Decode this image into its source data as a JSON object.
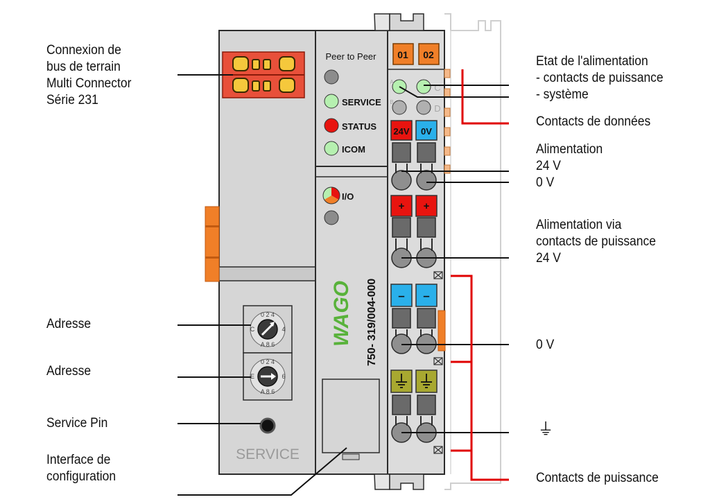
{
  "panel": {
    "peer_to_peer": "Peer to Peer",
    "led_service": "SERVICE",
    "led_status": "STATUS",
    "led_icom": "ICOM",
    "led_io": "I/O",
    "service_label": "SERVICE",
    "brand": "WAGO",
    "model": "750- 319/004-000",
    "switch_digits": "0 2 4 6 8 A C E"
  },
  "terminals": {
    "top_01": "01",
    "top_02": "02",
    "led_c": "C",
    "led_d": "D",
    "small_a": "A",
    "small_b": "B",
    "v24": "24V",
    "v0": "0V",
    "plus": "+",
    "minus": "–"
  },
  "labels": {
    "left": {
      "fieldbus": [
        "Connexion de",
        "bus de terrain",
        "Multi Connector",
        "Série 231"
      ],
      "adresse1": "Adresse",
      "adresse2": "Adresse",
      "service_pin": "Service Pin",
      "config": [
        "Interface de",
        "configuration"
      ]
    },
    "right": {
      "etat": [
        "Etat de l'alimentation",
        "- contacts de puissance",
        "- système"
      ],
      "donnees": "Contacts de données",
      "alimentation": [
        "Alimentation",
        "24 V",
        "0 V"
      ],
      "alim_via": [
        "Alimentation via",
        "contacts de puissance",
        "24 V"
      ],
      "zero_v": "0 V",
      "ground_symbol": "⏚",
      "puissance": "Contacts de puissance"
    }
  },
  "colors": {
    "housing": "#d9d9d9",
    "housing_dark": "#c8c8c8",
    "outline": "#2b2b2b",
    "orange": "#f07f28",
    "red": "#e8140f",
    "blue": "#2ab0ea",
    "ground": "#a8a830",
    "led_green": "#b6f0b0",
    "wago_green": "#58b23a",
    "line_red": "#e00000"
  }
}
